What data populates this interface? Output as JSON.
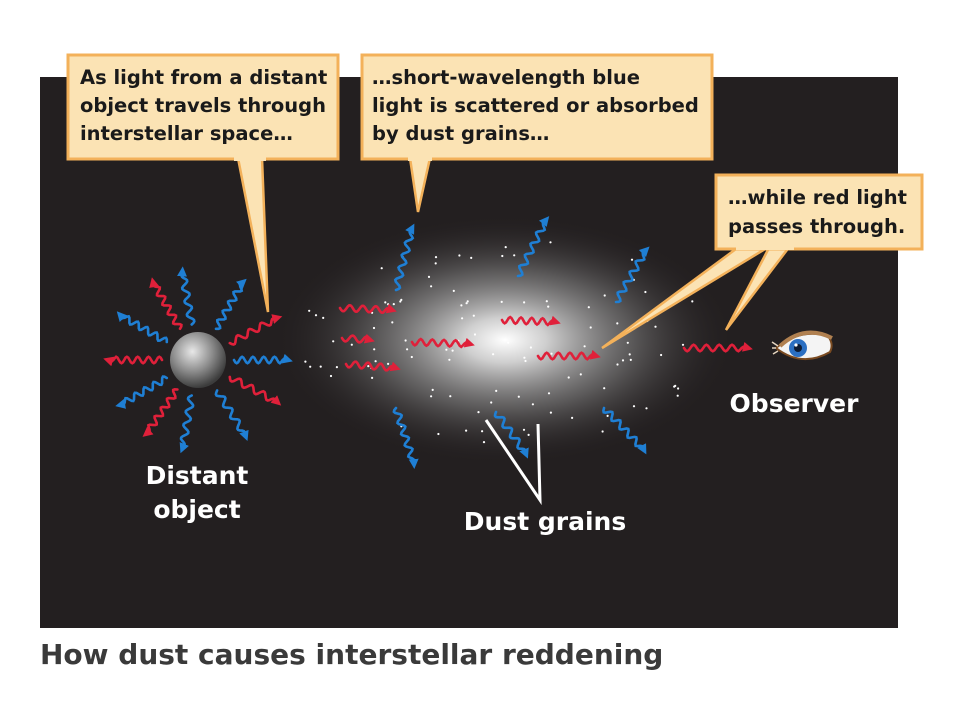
{
  "colors": {
    "background": "#231f20",
    "callout_fill": "#fbe3b4",
    "callout_border": "#f3b15a",
    "red_light": "#e0203a",
    "blue_light": "#1f7fd4",
    "label_text": "#ffffff",
    "caption_text": "#3a3a3a"
  },
  "callouts": [
    {
      "lines": [
        "As light from a distant",
        "object travels through",
        "interstellar space…"
      ]
    },
    {
      "lines": [
        "…short-wavelength blue",
        "light is scattered or absorbed",
        "by dust grains…"
      ]
    },
    {
      "lines": [
        "…while red light",
        "passes through."
      ]
    }
  ],
  "labels": {
    "distant_object": [
      "Distant",
      "object"
    ],
    "dust_grains": "Dust grains",
    "observer": "Observer"
  },
  "caption": "How dust causes interstellar reddening",
  "icons": {
    "source": "glowing-sphere-icon",
    "observer": "eye-icon",
    "photon": "wavy-arrow-icon"
  }
}
